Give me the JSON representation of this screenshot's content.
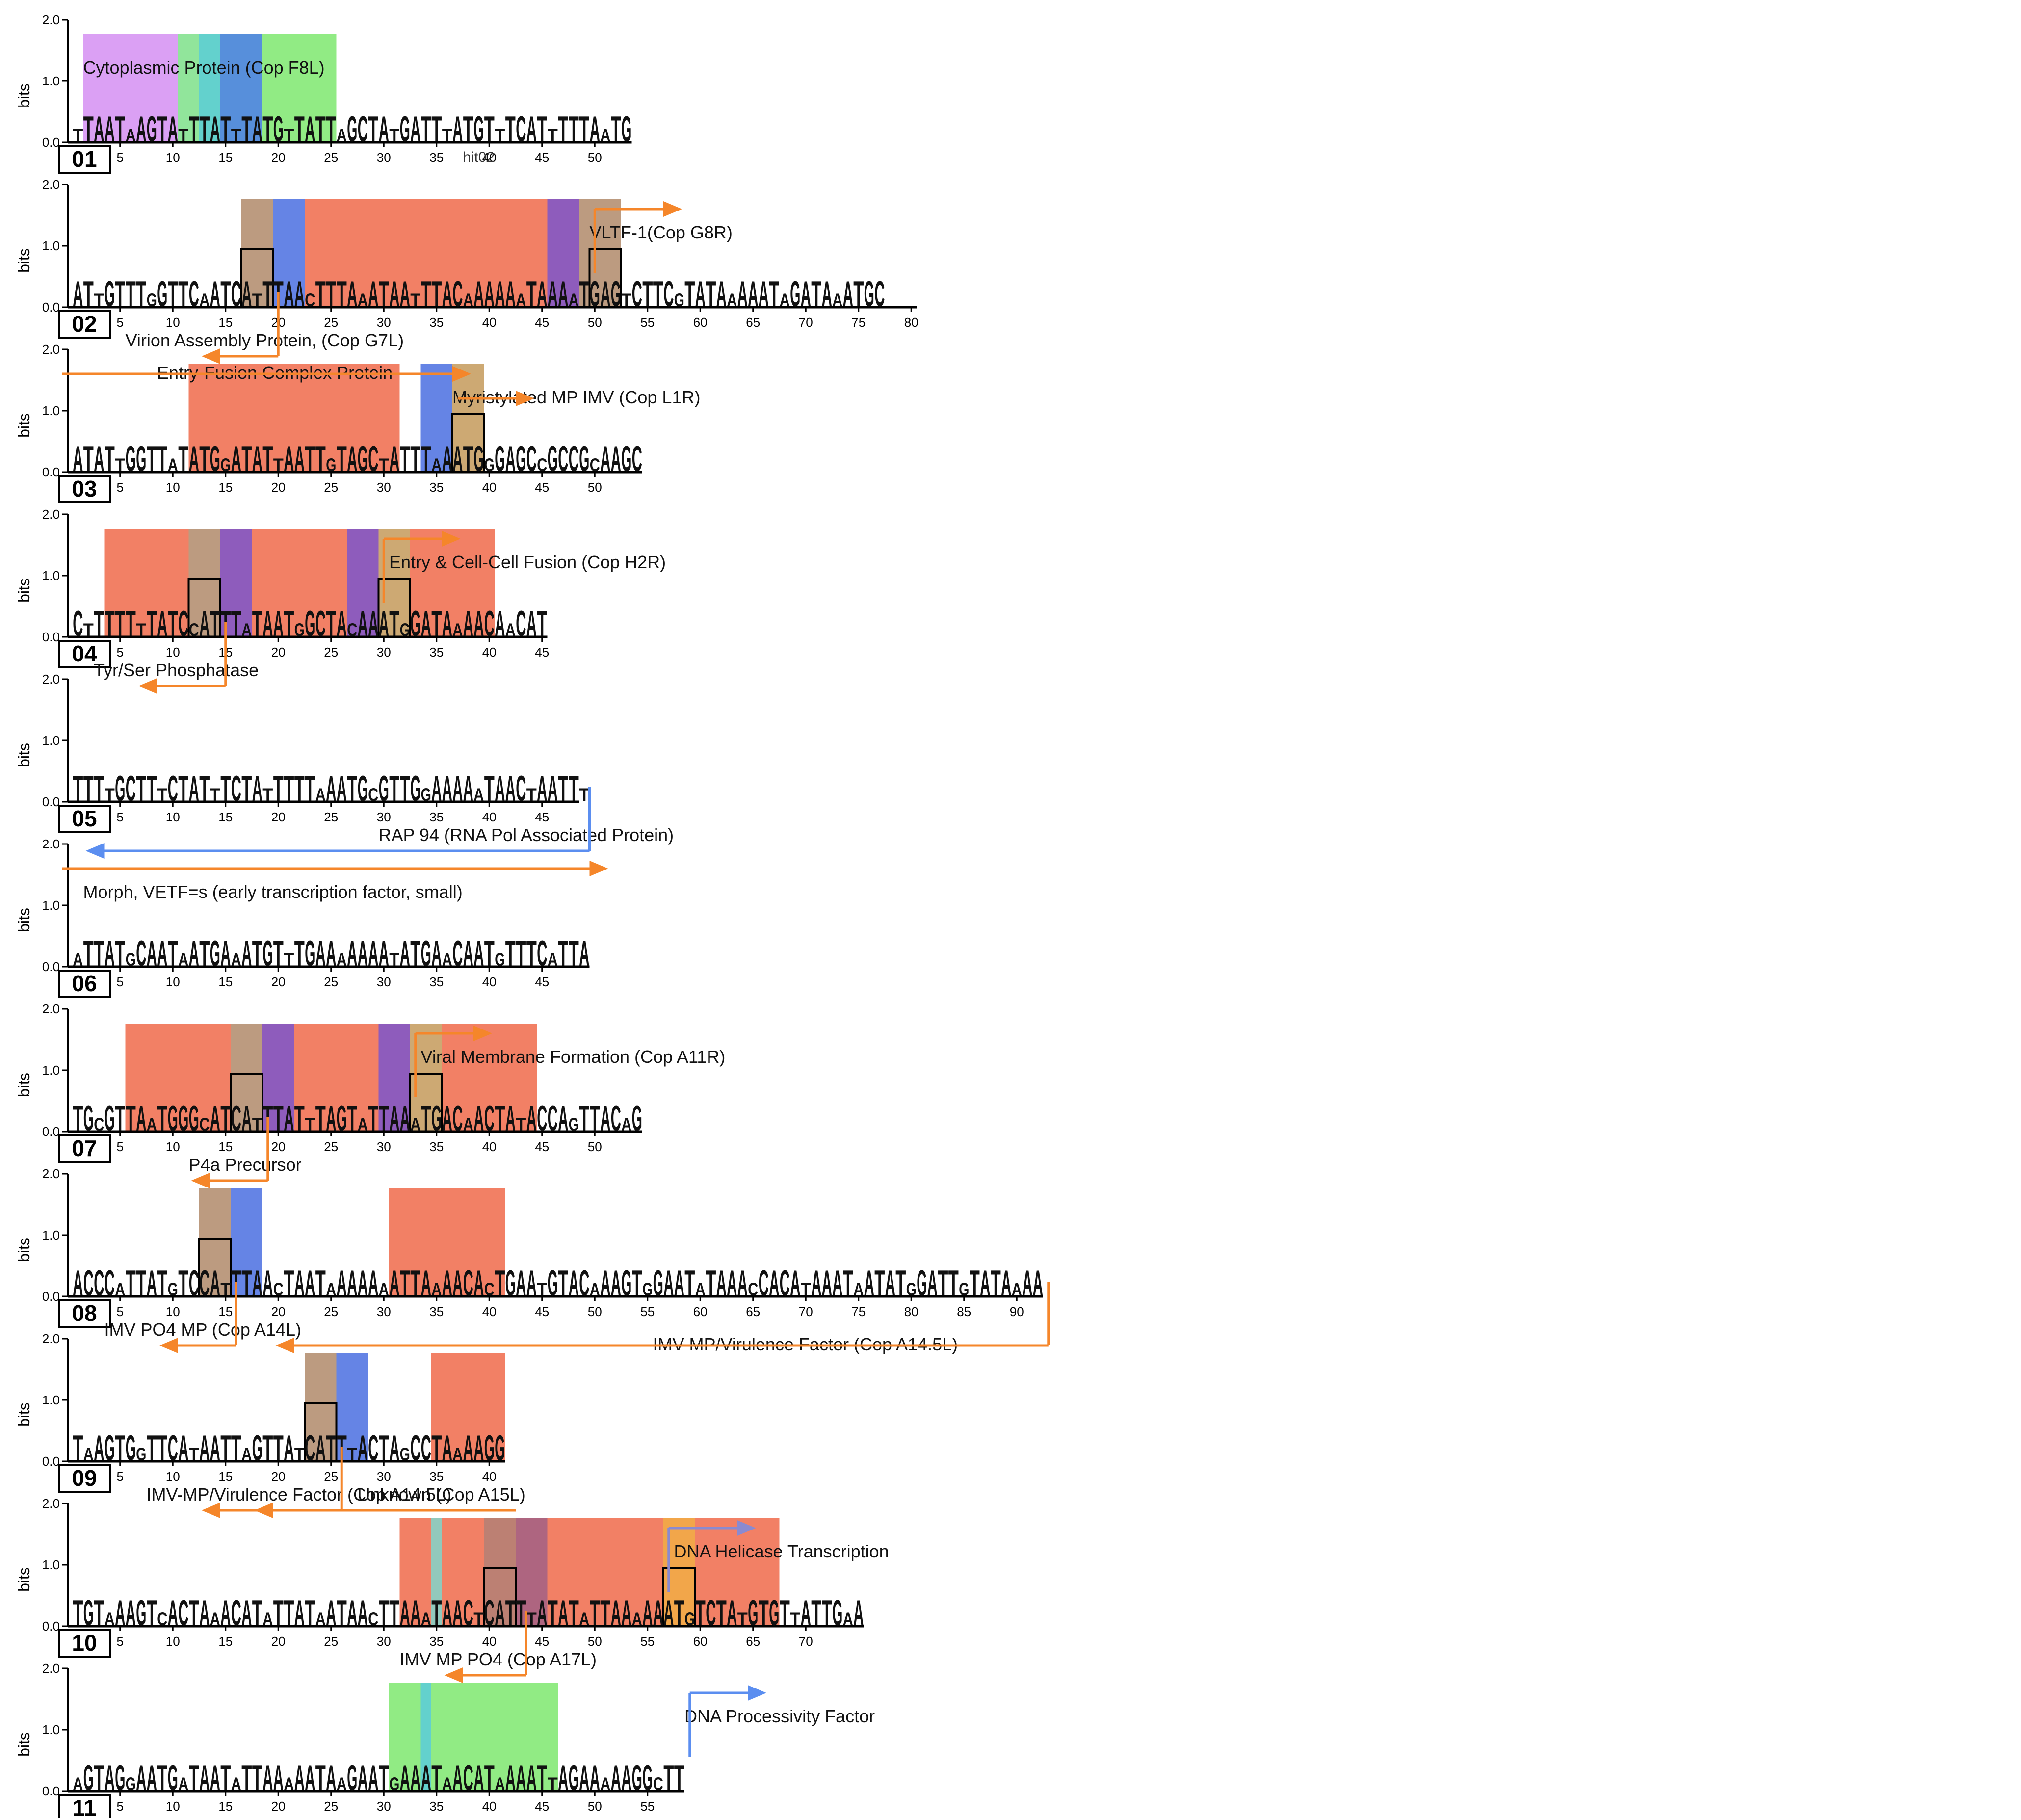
{
  "axis": {
    "ylabel": "bits",
    "yticks": [
      "2.0",
      "1.0",
      "0.0"
    ]
  },
  "panels": [
    {
      "id": "01",
      "sequence": "TTAATAAGTATTTATTTATGTTATTAGCTATGATTTATGTTTCATTTTTAATG",
      "positions": 53,
      "ticks": [
        5,
        10,
        15,
        20,
        25,
        30,
        35,
        40,
        45,
        50
      ],
      "extra_labels": [
        {
          "text": "hit02",
          "pos": 39
        }
      ],
      "highlights": [
        {
          "from": 2,
          "to": 10,
          "color": "#d58ff2"
        },
        {
          "from": 11,
          "to": 12,
          "color": "#7ee08a"
        },
        {
          "from": 13,
          "to": 14,
          "color": "#48c9c4"
        },
        {
          "from": 15,
          "to": 18,
          "color": "#3a7bd5"
        },
        {
          "from": 19,
          "to": 25,
          "color": "#7ee86e"
        }
      ],
      "boxes": [],
      "annotations": [
        {
          "text": "Cytoplasmic Protein (Cop F8L)",
          "pos": 2,
          "row": "above"
        }
      ],
      "arrows": []
    },
    {
      "id": "02",
      "sequence": "ATTGTTTGGTTCAATCATTTAACTTTAAATAATTTACAAAAAATAAAATGAGTCTTCGTATAAAAATAGATAAATGC",
      "positions": 80,
      "ticks": [
        5,
        10,
        15,
        20,
        25,
        30,
        35,
        40,
        45,
        50,
        55,
        60,
        65,
        70,
        75,
        80
      ],
      "extra_labels": [],
      "highlights": [
        {
          "from": 17,
          "to": 19,
          "color": "#b08a6a"
        },
        {
          "from": 20,
          "to": 22,
          "color": "#4a6fe0"
        },
        {
          "from": 23,
          "to": 45,
          "color": "#f06a4a"
        },
        {
          "from": 46,
          "to": 48,
          "color": "#7a3fb0"
        },
        {
          "from": 49,
          "to": 52,
          "color": "#b08a6a"
        }
      ],
      "boxes": [
        {
          "from": 17,
          "to": 19
        },
        {
          "from": 50,
          "to": 52
        }
      ],
      "annotations": [
        {
          "text": "VLTF-1(Cop G8R)",
          "pos": 50,
          "row": "above"
        },
        {
          "text": "Virion Assembly Protein, (Cop G7L)",
          "pos": 6,
          "row": "below"
        }
      ],
      "arrows": [
        {
          "dir": "right",
          "color": "#f5862a",
          "x1": 49.5,
          "x2": 56,
          "row": "top"
        },
        {
          "dir": "left",
          "color": "#f5862a",
          "x1": 19.5,
          "x2": 14,
          "row": "bottom"
        }
      ]
    },
    {
      "id": "03",
      "sequence": "ATATTGGTTATATGGATATTAATTGTAGCTATTTAAATGGGAGCCGCCGCAAGC",
      "positions": 54,
      "ticks": [
        5,
        10,
        15,
        20,
        25,
        30,
        35,
        40,
        45,
        50
      ],
      "extra_labels": [],
      "highlights": [
        {
          "from": 12,
          "to": 31,
          "color": "#f06a4a"
        },
        {
          "from": 34,
          "to": 36,
          "color": "#4a6fe0"
        },
        {
          "from": 37,
          "to": 39,
          "color": "#c49a5a"
        }
      ],
      "boxes": [
        {
          "from": 37,
          "to": 39
        }
      ],
      "annotations": [
        {
          "text": "Entry-Fusion Complex Protein",
          "pos": 9,
          "row": "top"
        },
        {
          "text": "Myristylated MP IMV (Cop L1R)",
          "pos": 37,
          "row": "above"
        }
      ],
      "arrows": [
        {
          "dir": "right",
          "color": "#f5862a",
          "x1": -1,
          "x2": 36,
          "row": "top"
        },
        {
          "dir": "right",
          "color": "#f5862a",
          "x1": 36.5,
          "x2": 42,
          "row": "mid"
        }
      ]
    },
    {
      "id": "04",
      "sequence": "CTTTTTTTATCCATTTATAATGGCTACAAATGGATAAAACAACAT",
      "positions": 45,
      "ticks": [
        5,
        10,
        15,
        20,
        25,
        30,
        35,
        40,
        45
      ],
      "extra_labels": [],
      "highlights": [
        {
          "from": 4,
          "to": 11,
          "color": "#f06a4a"
        },
        {
          "from": 12,
          "to": 14,
          "color": "#b08a6a"
        },
        {
          "from": 15,
          "to": 17,
          "color": "#7a3fb0"
        },
        {
          "from": 18,
          "to": 26,
          "color": "#f06a4a"
        },
        {
          "from": 27,
          "to": 29,
          "color": "#7a3fb0"
        },
        {
          "from": 30,
          "to": 32,
          "color": "#c49a5a"
        },
        {
          "from": 33,
          "to": 40,
          "color": "#f06a4a"
        }
      ],
      "boxes": [
        {
          "from": 12,
          "to": 14
        },
        {
          "from": 30,
          "to": 32
        }
      ],
      "annotations": [
        {
          "text": "Entry & Cell-Cell Fusion (Cop H2R)",
          "pos": 31,
          "row": "above"
        },
        {
          "text": "Tyr/Ser Phosphatase",
          "pos": 3,
          "row": "below"
        }
      ],
      "arrows": [
        {
          "dir": "right",
          "color": "#f5862a",
          "x1": 29.5,
          "x2": 35,
          "row": "top"
        },
        {
          "dir": "left",
          "color": "#f5862a",
          "x1": 14.5,
          "x2": 8,
          "row": "bottom"
        }
      ]
    },
    {
      "id": "05",
      "sequence": "TTTTGCTTTCTATTTCTATTTTTAAATGCGTTGGAAAAATAACTAATTT",
      "positions": 48,
      "ticks": [
        5,
        10,
        15,
        20,
        25,
        30,
        35,
        40,
        45
      ],
      "extra_labels": [],
      "highlights": [],
      "boxes": [],
      "annotations": [
        {
          "text": "RAP 94 (RNA   Pol Associated Protein)",
          "pos": 30,
          "row": "below"
        }
      ],
      "arrows": [
        {
          "dir": "left",
          "color": "#5b8ef0",
          "x1": 49,
          "x2": 3,
          "row": "bottom"
        }
      ]
    },
    {
      "id": "06",
      "sequence": "ATTATGCAATAATGAAATGTTTGAAAAAAATATGAACAATGTTTCATTA",
      "positions": 49,
      "ticks": [
        5,
        10,
        15,
        20,
        25,
        30,
        35,
        40,
        45
      ],
      "extra_labels": [],
      "highlights": [],
      "boxes": [],
      "annotations": [
        {
          "text": "Morph, VETF=s (early transcription factor, small)",
          "pos": 2,
          "row": "above"
        }
      ],
      "arrows": [
        {
          "dir": "right",
          "color": "#f5862a",
          "x1": -1,
          "x2": 49,
          "row": "top"
        }
      ]
    },
    {
      "id": "07",
      "sequence": "TGCGTTAATGGGCATCATTTATTTAGTATTAAATGACAACTATACCAGTTACAG",
      "positions": 54,
      "ticks": [
        5,
        10,
        15,
        20,
        25,
        30,
        35,
        40,
        45,
        50
      ],
      "extra_labels": [],
      "highlights": [
        {
          "from": 6,
          "to": 15,
          "color": "#f06a4a"
        },
        {
          "from": 16,
          "to": 18,
          "color": "#b08a6a"
        },
        {
          "from": 19,
          "to": 21,
          "color": "#7a3fb0"
        },
        {
          "from": 22,
          "to": 29,
          "color": "#f06a4a"
        },
        {
          "from": 30,
          "to": 32,
          "color": "#7a3fb0"
        },
        {
          "from": 33,
          "to": 35,
          "color": "#c49a5a"
        },
        {
          "from": 36,
          "to": 44,
          "color": "#f06a4a"
        }
      ],
      "boxes": [
        {
          "from": 16,
          "to": 18
        },
        {
          "from": 33,
          "to": 35
        }
      ],
      "annotations": [
        {
          "text": "Viral Membrane Formation (Cop A11R)",
          "pos": 34,
          "row": "above"
        },
        {
          "text": "P4a Precursor",
          "pos": 12,
          "row": "below"
        }
      ],
      "arrows": [
        {
          "dir": "right",
          "color": "#f5862a",
          "x1": 32.5,
          "x2": 38,
          "row": "top"
        },
        {
          "dir": "left",
          "color": "#f5862a",
          "x1": 18.5,
          "x2": 13,
          "row": "bottom"
        }
      ]
    },
    {
      "id": "08",
      "sequence": "ACCCATTATGTCCATTTAACTAATAAAAAAATTAAAACACTGAATGTACAAAGTGGAATATAAACCACATAAATAATATGGATTGTATAAAA",
      "positions": 92,
      "ticks": [
        5,
        10,
        15,
        20,
        25,
        30,
        35,
        40,
        45,
        50,
        55,
        60,
        65,
        70,
        75,
        80,
        85,
        90
      ],
      "extra_labels": [],
      "highlights": [
        {
          "from": 13,
          "to": 15,
          "color": "#b08a6a"
        },
        {
          "from": 16,
          "to": 18,
          "color": "#4a6fe0"
        },
        {
          "from": 31,
          "to": 41,
          "color": "#f06a4a"
        }
      ],
      "boxes": [
        {
          "from": 13,
          "to": 15
        }
      ],
      "annotations": [
        {
          "text": "IMV PO4 MP (Cop A14L)",
          "pos": 4,
          "row": "below"
        },
        {
          "text": "IMV-MP/Virulence Factor (Cop A14.5L)",
          "pos": 56,
          "row": "below2"
        }
      ],
      "arrows": [
        {
          "dir": "left",
          "color": "#f5862a",
          "x1": 15.5,
          "x2": 10,
          "row": "bottom"
        },
        {
          "dir": "left",
          "color": "#f5862a",
          "x1": 92.5,
          "x2": 21,
          "row": "bottom"
        }
      ]
    },
    {
      "id": "09",
      "sequence": "TAAGTGGTTCATAATTAGTTATCATTTACTAGCCTAAAAGG",
      "positions": 41,
      "ticks": [
        5,
        10,
        15,
        20,
        25,
        30,
        35,
        40
      ],
      "extra_labels": [],
      "highlights": [
        {
          "from": 23,
          "to": 25,
          "color": "#b08a6a"
        },
        {
          "from": 26,
          "to": 28,
          "color": "#4a6fe0"
        },
        {
          "from": 35,
          "to": 41,
          "color": "#f06a4a"
        }
      ],
      "boxes": [
        {
          "from": 23,
          "to": 25
        }
      ],
      "annotations": [
        {
          "text": "IMV-MP/Virulence Factor (Cop A14.5L)",
          "pos": 8,
          "row": "below"
        },
        {
          "text": "Unknown (Cop A15L)",
          "pos": 28,
          "row": "below"
        }
      ],
      "arrows": [
        {
          "dir": "left",
          "color": "#f5862a",
          "x1": 25.5,
          "x2": 14,
          "row": "bottom"
        },
        {
          "dir": "left",
          "color": "#f5862a",
          "x1": 42,
          "x2": 19,
          "row": "bottom2"
        }
      ]
    },
    {
      "id": "10",
      "sequence": "TGTAAAGTCACTAAACATATTATAATAACTTAAATAACTCATTTATATATTAAAAAATGTCTATGTGTTATTGAA",
      "positions": 75,
      "ticks": [
        5,
        10,
        15,
        20,
        25,
        30,
        35,
        40,
        45,
        50,
        55,
        60,
        65,
        70
      ],
      "extra_labels": [],
      "highlights": [
        {
          "from": 32,
          "to": 34,
          "color": "#f06a4a"
        },
        {
          "from": 35,
          "to": 35,
          "color": "#7fbfb0"
        },
        {
          "from": 36,
          "to": 39,
          "color": "#f06a4a"
        },
        {
          "from": 40,
          "to": 42,
          "color": "#b06a5a"
        },
        {
          "from": 43,
          "to": 45,
          "color": "#a04a6a"
        },
        {
          "from": 46,
          "to": 56,
          "color": "#f06a4a"
        },
        {
          "from": 57,
          "to": 59,
          "color": "#f0962a"
        },
        {
          "from": 60,
          "to": 67,
          "color": "#f06a4a"
        }
      ],
      "boxes": [
        {
          "from": 40,
          "to": 42
        },
        {
          "from": 57,
          "to": 59
        }
      ],
      "annotations": [
        {
          "text": "DNA Helicase Transcription",
          "pos": 58,
          "row": "above"
        },
        {
          "text": "IMV MP PO4 (Cop A17L)",
          "pos": 32,
          "row": "below"
        }
      ],
      "arrows": [
        {
          "dir": "right",
          "color": "#8a8ad0",
          "x1": 56.5,
          "x2": 63,
          "row": "top"
        },
        {
          "dir": "left",
          "color": "#f5862a",
          "x1": 43,
          "x2": 37,
          "row": "bottom"
        }
      ]
    },
    {
      "id": "11",
      "sequence": "AGTAGGAATGATAATATTAAAAATAAGAATGAAATAACATAAAATTAGAAAAAGGCTT",
      "positions": 58,
      "ticks": [
        5,
        10,
        15,
        20,
        25,
        30,
        35,
        40,
        45,
        50,
        55
      ],
      "extra_labels": [],
      "highlights": [
        {
          "from": 31,
          "to": 33,
          "color": "#7ee86e"
        },
        {
          "from": 34,
          "to": 34,
          "color": "#48c9c4"
        },
        {
          "from": 35,
          "to": 46,
          "color": "#7ee86e"
        }
      ],
      "boxes": [],
      "annotations": [
        {
          "text": "DNA Processivity Factor",
          "pos": 59,
          "row": "above"
        }
      ],
      "arrows": [
        {
          "dir": "right",
          "color": "#5b8ef0",
          "x1": 58.5,
          "x2": 64,
          "row": "top"
        }
      ]
    }
  ]
}
